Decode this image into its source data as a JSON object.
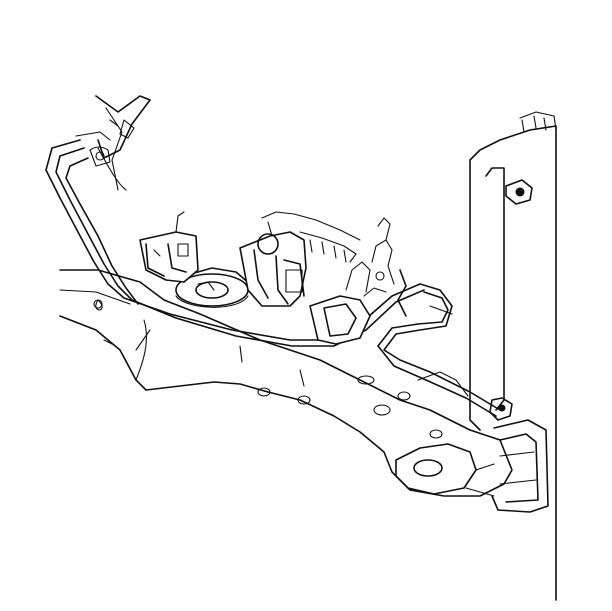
{
  "diagram": {
    "kind": "line-art",
    "ink_color": "#111111",
    "background_color": "#ffffff",
    "parts": [
      "frame-rail",
      "crossmember",
      "fuel-lines",
      "brake-lines",
      "mount-bracket-left",
      "mount-bracket-right",
      "axle-mount",
      "radiator-support",
      "fender-inner",
      "tow-hook"
    ]
  }
}
